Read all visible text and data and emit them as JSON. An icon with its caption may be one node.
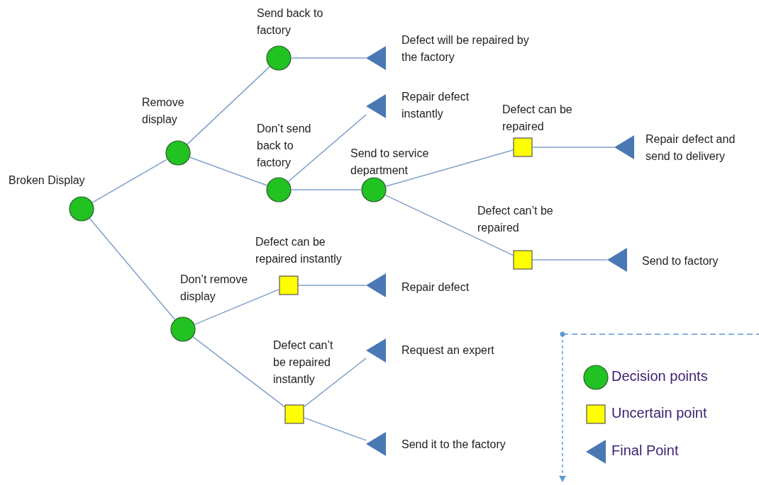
{
  "diagram": {
    "nodes": [
      {
        "text": [],
        "shape": "circle",
        "beside": [
          "Broken Display"
        ]
      },
      {
        "text": [],
        "shape": "circle",
        "beside": [
          "Remove display"
        ]
      },
      {
        "text": [],
        "shape": "circle",
        "beside": [
          "Send back to factory"
        ]
      },
      {
        "text": [],
        "shape": "triangle",
        "beside": [
          "Defect will be repaired by the factory"
        ]
      },
      {
        "text": [],
        "shape": "circle",
        "beside": [
          "Don’t send back to factory"
        ]
      },
      {
        "text": [],
        "shape": "triangle",
        "beside": [
          "Repair defect instantly"
        ]
      },
      {
        "text": [],
        "shape": "circle",
        "beside": [
          "Send to service department"
        ]
      },
      {
        "text": [],
        "shape": "box",
        "beside": [
          "Defect can be repaired"
        ]
      },
      {
        "text": [],
        "shape": "triangle",
        "beside": [
          "Repair defect and send to delivery"
        ]
      },
      {
        "text": [],
        "shape": "box",
        "beside": [
          "Defect can’t be repaired"
        ]
      },
      {
        "text": [],
        "shape": "triangle",
        "beside": [
          "Send to factory"
        ]
      },
      {
        "text": [],
        "shape": "circle",
        "beside": [
          "Don’t remove display"
        ]
      },
      {
        "text": [],
        "shape": "box",
        "beside": [
          "Defect can be repaired instantly"
        ]
      },
      {
        "text": [],
        "shape": "triangle",
        "beside": [
          "Repair defect"
        ]
      },
      {
        "text": [],
        "shape": "box",
        "beside": [
          "Defect can’t be repaired instantly"
        ]
      },
      {
        "text": [],
        "shape": "triangle",
        "beside": [
          "Request an expert"
        ]
      },
      {
        "text": [],
        "shape": "triangle",
        "beside": [
          "Send it to the factory"
        ]
      }
    ],
    "edges": [
      {
        "from": 0,
        "to": 1,
        "arrow": "none"
      },
      {
        "from": 1,
        "to": 2,
        "arrow": "none"
      },
      {
        "from": 2,
        "to": 3,
        "arrow": "none"
      },
      {
        "from": 1,
        "to": 4,
        "arrow": "none"
      },
      {
        "from": 4,
        "to": 5,
        "arrow": "none"
      },
      {
        "from": 4,
        "to": 6,
        "arrow": "none"
      },
      {
        "from": 6,
        "to": 7,
        "arrow": "none"
      },
      {
        "from": 7,
        "to": 8,
        "arrow": "none"
      },
      {
        "from": 6,
        "to": 9,
        "arrow": "none"
      },
      {
        "from": 9,
        "to": 10,
        "arrow": "none"
      },
      {
        "from": 0,
        "to": 11,
        "arrow": "none"
      },
      {
        "from": 11,
        "to": 12,
        "arrow": "none"
      },
      {
        "from": 12,
        "to": 13,
        "arrow": "none"
      },
      {
        "from": 11,
        "to": 14,
        "arrow": "none"
      },
      {
        "from": 14,
        "to": 15,
        "arrow": "none"
      },
      {
        "from": 14,
        "to": 16,
        "arrow": "none"
      }
    ],
    "legend": [
      {
        "text": "Decision points"
      },
      {
        "text": "Uncertain point"
      },
      {
        "text": "Final Point"
      }
    ]
  }
}
